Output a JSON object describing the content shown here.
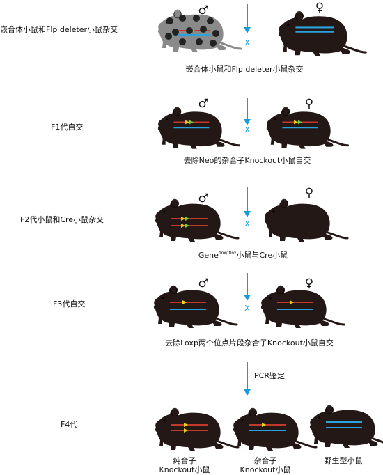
{
  "stages": [
    {
      "side_label": "嵌合体小鼠和Flp deleter小鼠杂交",
      "caption": "嵌合体小鼠和Flp deleter小鼠杂交"
    },
    {
      "side_label": "F1代自交",
      "caption": "去除Neo的杂合子Knockout小鼠自交"
    },
    {
      "side_label": "F2代小鼠和Cre小鼠杂交",
      "caption_pre": "Gene",
      "caption_sup": "flox/ flox",
      "caption_post": "小鼠与Cre小鼠"
    },
    {
      "side_label": "F3代自交",
      "caption": "去除Loxp两个位点片段杂合子Knockout小鼠自交"
    },
    {
      "side_label": "F4代"
    }
  ],
  "symbols": {
    "male": "♂",
    "female": "♀",
    "cross": "X"
  },
  "pcr_label": "PCR鉴定",
  "offspring": [
    {
      "line1": "纯合子",
      "line2": "Knockout小鼠"
    },
    {
      "line1": "杂合子",
      "line2": "Knockout小鼠"
    },
    {
      "line1": "野生型小鼠",
      "line2": ""
    }
  ],
  "colors": {
    "mouse": "#231815",
    "chimera": "#8a8a8a",
    "arrow": "#1a9ad7",
    "blue_gene": "#2aa3dd",
    "red_gene": "#c0392b",
    "loxp": "#e8d21a",
    "frt": "#7ac943"
  }
}
